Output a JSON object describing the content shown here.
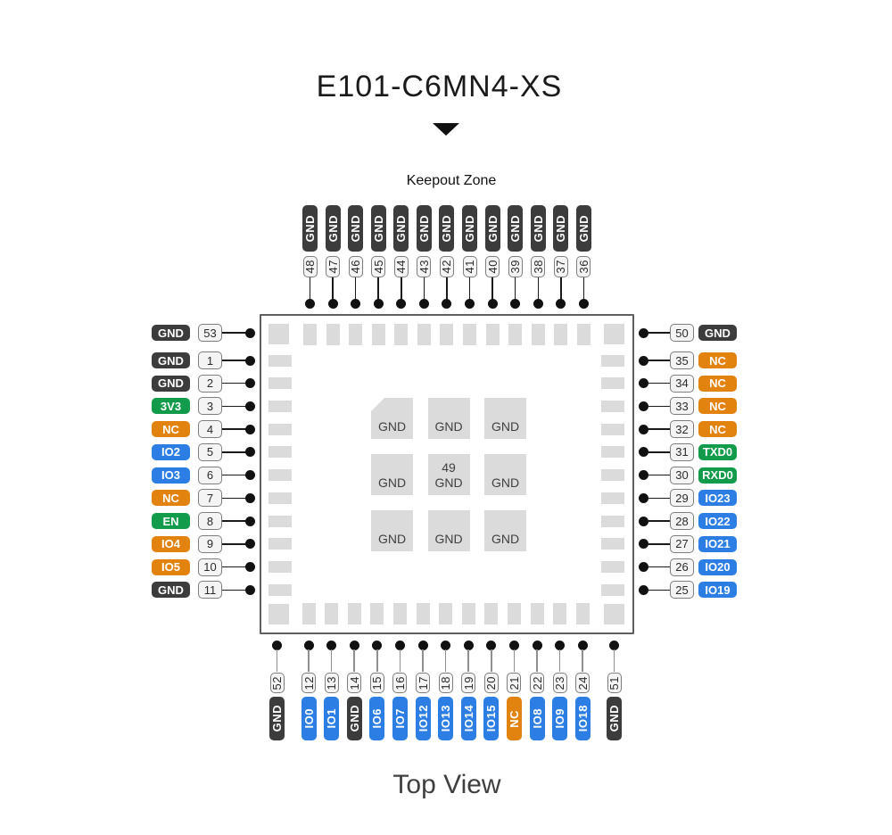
{
  "title": "E101-C6MN4-XS",
  "keepout_label": "Keepout Zone",
  "view_label": "Top View",
  "colors": {
    "dark": "#3c3c3c",
    "green": "#129b4a",
    "orange": "#e3830f",
    "blue": "#2c7ee4",
    "pad": "#dbdbdb",
    "num_badge_bg": "#f4f4f4",
    "num_badge_border": "#7e7e7e"
  },
  "center_grid": {
    "pad_label": "GND",
    "center_pad": {
      "number": "49",
      "label": "GND"
    }
  },
  "pins": {
    "top": [
      {
        "num": "48",
        "label": "GND",
        "color": "dark"
      },
      {
        "num": "47",
        "label": "GND",
        "color": "dark"
      },
      {
        "num": "46",
        "label": "GND",
        "color": "dark"
      },
      {
        "num": "45",
        "label": "GND",
        "color": "dark"
      },
      {
        "num": "44",
        "label": "GND",
        "color": "dark"
      },
      {
        "num": "43",
        "label": "GND",
        "color": "dark"
      },
      {
        "num": "42",
        "label": "GND",
        "color": "dark"
      },
      {
        "num": "41",
        "label": "GND",
        "color": "dark"
      },
      {
        "num": "40",
        "label": "GND",
        "color": "dark"
      },
      {
        "num": "39",
        "label": "GND",
        "color": "dark"
      },
      {
        "num": "38",
        "label": "GND",
        "color": "dark"
      },
      {
        "num": "37",
        "label": "GND",
        "color": "dark"
      },
      {
        "num": "36",
        "label": "GND",
        "color": "dark"
      }
    ],
    "left": [
      {
        "num": "53",
        "label": "GND",
        "color": "dark"
      },
      {
        "num": "1",
        "label": "GND",
        "color": "dark"
      },
      {
        "num": "2",
        "label": "GND",
        "color": "dark"
      },
      {
        "num": "3",
        "label": "3V3",
        "color": "green"
      },
      {
        "num": "4",
        "label": "NC",
        "color": "orange"
      },
      {
        "num": "5",
        "label": "IO2",
        "color": "blue"
      },
      {
        "num": "6",
        "label": "IO3",
        "color": "blue"
      },
      {
        "num": "7",
        "label": "NC",
        "color": "orange"
      },
      {
        "num": "8",
        "label": "EN",
        "color": "green"
      },
      {
        "num": "9",
        "label": "IO4",
        "color": "orange"
      },
      {
        "num": "10",
        "label": "IO5",
        "color": "orange"
      },
      {
        "num": "11",
        "label": "GND",
        "color": "dark"
      }
    ],
    "right": [
      {
        "num": "50",
        "label": "GND",
        "color": "dark"
      },
      {
        "num": "35",
        "label": "NC",
        "color": "orange"
      },
      {
        "num": "34",
        "label": "NC",
        "color": "orange"
      },
      {
        "num": "33",
        "label": "NC",
        "color": "orange"
      },
      {
        "num": "32",
        "label": "NC",
        "color": "orange"
      },
      {
        "num": "31",
        "label": "TXD0",
        "color": "green"
      },
      {
        "num": "30",
        "label": "RXD0",
        "color": "green"
      },
      {
        "num": "29",
        "label": "IO23",
        "color": "blue"
      },
      {
        "num": "28",
        "label": "IO22",
        "color": "blue"
      },
      {
        "num": "27",
        "label": "IO21",
        "color": "blue"
      },
      {
        "num": "26",
        "label": "IO20",
        "color": "blue"
      },
      {
        "num": "25",
        "label": "IO19",
        "color": "blue"
      }
    ],
    "bottom": [
      {
        "num": "52",
        "label": "GND",
        "color": "dark"
      },
      {
        "num": "12",
        "label": "IO0",
        "color": "blue"
      },
      {
        "num": "13",
        "label": "IO1",
        "color": "blue"
      },
      {
        "num": "14",
        "label": "GND",
        "color": "dark"
      },
      {
        "num": "15",
        "label": "IO6",
        "color": "blue"
      },
      {
        "num": "16",
        "label": "IO7",
        "color": "blue"
      },
      {
        "num": "17",
        "label": "IO12",
        "color": "blue"
      },
      {
        "num": "18",
        "label": "IO13",
        "color": "blue"
      },
      {
        "num": "19",
        "label": "IO14",
        "color": "blue"
      },
      {
        "num": "20",
        "label": "IO15",
        "color": "blue"
      },
      {
        "num": "21",
        "label": "NC",
        "color": "orange"
      },
      {
        "num": "22",
        "label": "IO8",
        "color": "blue"
      },
      {
        "num": "23",
        "label": "IO9",
        "color": "blue"
      },
      {
        "num": "24",
        "label": "IO18",
        "color": "blue"
      },
      {
        "num": "51",
        "label": "GND",
        "color": "dark"
      }
    ]
  }
}
